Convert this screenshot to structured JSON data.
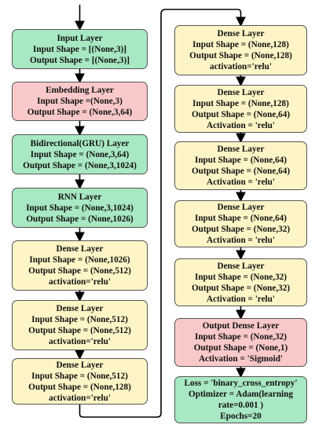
{
  "layers": [
    {
      "id": "input",
      "color": "green",
      "lines": [
        "Input Layer",
        "Input Shape = [(None,3)]",
        "Output Shape = [(None,3)]"
      ]
    },
    {
      "id": "embedding",
      "color": "pink",
      "lines": [
        "Embedding Layer",
        "Input Shape =(None,3)",
        "Output Shape = (None,3,64)"
      ]
    },
    {
      "id": "bigru",
      "color": "green",
      "lines": [
        "Bidirectional(GRU) Layer",
        "Input Shape = (None,3,64)",
        "Output Shape = (None,3,1024)"
      ]
    },
    {
      "id": "rnn",
      "color": "green",
      "lines": [
        "RNN Layer",
        "Input Shape = (None,3,1024)",
        "Output Shape = (None,1026)"
      ]
    },
    {
      "id": "dense-1",
      "color": "yellow",
      "lines": [
        "Dense Layer",
        "Input Shape = (None,1026)",
        "Output Shape = (None,512)",
        "activation='relu'"
      ]
    },
    {
      "id": "dense-2",
      "color": "yellow",
      "lines": [
        "Dense Layer",
        "Input Shape = (None,512)",
        "Output Shape = (None,512)",
        "activation='relu'"
      ]
    },
    {
      "id": "dense-3",
      "color": "yellow",
      "lines": [
        "Dense Layer",
        "Input Shape = (None,512)",
        "Output Shape = (None,128)",
        "activation='relu'"
      ]
    },
    {
      "id": "dense-4",
      "color": "yellow",
      "lines": [
        "Dense Layer",
        "Input Shape = (None,128)",
        "Output Shape = (None,128)",
        "activation='relu'"
      ]
    },
    {
      "id": "dense-5",
      "color": "yellow",
      "lines": [
        "Dense Layer",
        "Input Shape = (None,128)",
        "Output Shape = (None,64)",
        "Activation = 'relu'"
      ]
    },
    {
      "id": "dense-6",
      "color": "yellow",
      "lines": [
        "Dense Layer",
        "Input Shape = (None,64)",
        "Output Shape = (None,64)",
        "Activation = 'relu'"
      ]
    },
    {
      "id": "dense-7",
      "color": "yellow",
      "lines": [
        "Dense Layer",
        "Input Shape = (None,64)",
        "Output Shape = (None,32)",
        "Activation = 'relu'"
      ]
    },
    {
      "id": "dense-8",
      "color": "yellow",
      "lines": [
        "Dense Layer",
        "Input Shape = (None,32)",
        "Output Shape = (None,32)",
        "Activation = 'relu'"
      ]
    },
    {
      "id": "output-dense",
      "color": "pink",
      "lines": [
        "Output Dense Layer",
        "Input Shape = (None,32)",
        "Output Shape = (None,1)",
        "Activation = 'Sigmoid'"
      ]
    },
    {
      "id": "compile",
      "color": "green",
      "lines": [
        "Loss = 'binary_cross_entropy'",
        "Optimizer  = Adam(learning rate=0.001 )",
        "Epochs=20"
      ]
    }
  ],
  "colors": {
    "green": "#a8e8c2",
    "pink": "#f9c9c9",
    "yellow": "#fdf5c6",
    "border": "#555555",
    "arrow": "#000000"
  }
}
